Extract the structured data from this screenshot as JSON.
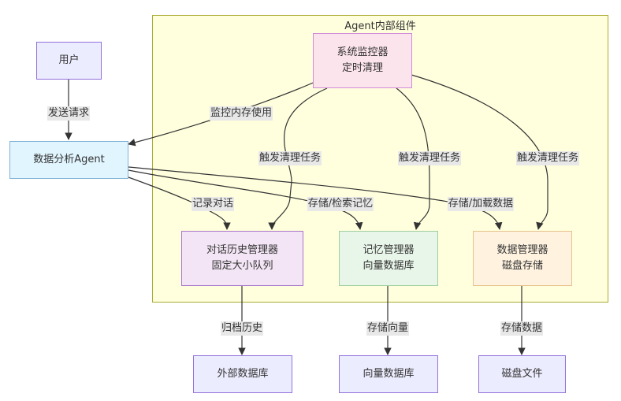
{
  "cluster": {
    "title": "Agent内部组件"
  },
  "nodes": {
    "user": {
      "line1": "用户"
    },
    "analysis": {
      "line1": "数据分析Agent"
    },
    "monitor": {
      "line1": "系统监控器",
      "line2": "定时清理"
    },
    "history": {
      "line1": "对话历史管理器",
      "line2": "固定大小队列"
    },
    "memory": {
      "line1": "记忆管理器",
      "line2": "向量数据库"
    },
    "data_mgr": {
      "line1": "数据管理器",
      "line2": "磁盘存储"
    },
    "ext_db": {
      "line1": "外部数据库"
    },
    "vec_db": {
      "line1": "向量数据库"
    },
    "disk": {
      "line1": "磁盘文件"
    }
  },
  "edges": {
    "send_request": "发送请求",
    "monitor_memory": "监控内存使用",
    "trigger1": "触发清理任务",
    "trigger2": "触发清理任务",
    "trigger3": "触发清理任务",
    "record_dialog": "记录对话",
    "store_retrieve": "存储/检索记忆",
    "store_load": "存储/加载数据",
    "archive_history": "归档历史",
    "store_vector": "存储向量",
    "store_data": "存储数据"
  },
  "colors": {
    "cluster_fill": "#ffffde",
    "cluster_border": "#aaaa33",
    "default_node": "#ececff",
    "analysis_node": "#e1f5fe",
    "monitor_node": "#fce4ec",
    "history_node": "#f3e5f5",
    "memory_node": "#e8f5e9",
    "data_node": "#fff3e0",
    "edge_label_bg": "#e8e8e8"
  }
}
